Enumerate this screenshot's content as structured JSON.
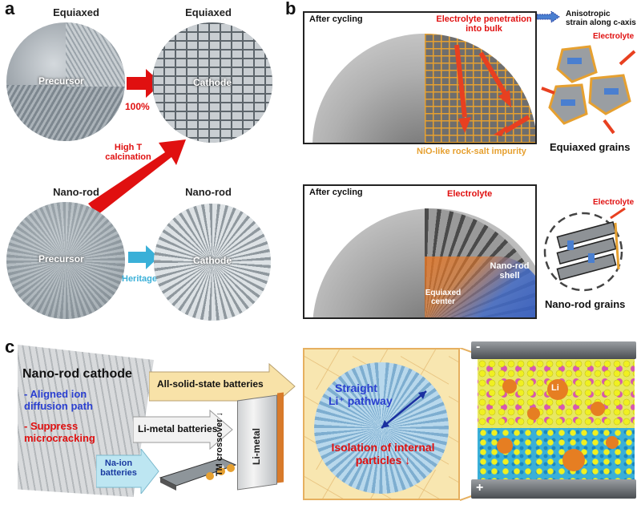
{
  "panel_a": {
    "letter": "a",
    "top_left_caption": "Equiaxed",
    "top_right_caption": "Equiaxed",
    "bottom_left_caption": "Nano-rod",
    "bottom_right_caption": "Nano-rod",
    "precursor_top": "Precursor",
    "cathode_top": "Cathode",
    "precursor_bottom": "Precursor",
    "cathode_bottom": "Cathode",
    "pct_label": "100%",
    "calcination_line1": "High T",
    "calcination_line2": "calcination",
    "heritage_label": "Heritage"
  },
  "panel_b": {
    "letter": "b",
    "top_box_title": "After cycling",
    "penetration_line1": "Electrolyte penetration",
    "penetration_line2": "into bulk",
    "impurity_label": "NiO-like rock-salt impurity",
    "legend_line1": "Anisotropic",
    "legend_line2": "strain along c-axis",
    "electrolyte_top": "Electrolyte",
    "equiaxed_grains": "Equiaxed grains",
    "bottom_box_title": "After cycling",
    "electrolyte_bottom": "Electrolyte",
    "equiaxed_center_line1": "Equiaxed",
    "equiaxed_center_line2": "center",
    "shell_line1": "Nano-rod",
    "shell_line2": "shell",
    "electrolyte_right": "Electrolyte",
    "nanorod_grains": "Nano-rod grains"
  },
  "panel_c": {
    "letter": "c",
    "title": "Nano-rod cathode",
    "bullet1_line1": "- Aligned ion",
    "bullet1_line2": "diffusion path",
    "bullet2_line1": "- Suppress",
    "bullet2_line2": "microcracking",
    "arrow_ssb": "All-solid-state batteries",
    "arrow_limetal": "Li-metal batteries",
    "arrow_na_line1": "Na-ion",
    "arrow_na_line2": "batteries",
    "tm_crossover": "TM crossover ↓",
    "li_metal": "Li-metal",
    "straight_line1": "Straight",
    "straight_line2": "Li⁺ pathway",
    "isolation_line1": "Isolation of internal",
    "isolation_line2": "particles ↓",
    "minus": "-",
    "plus": "+",
    "li": "Li",
    "na": "Na"
  },
  "colors": {
    "red": "#e01010",
    "blue": "#2a3fd0",
    "orange": "#e6a030",
    "teal": "#3ab0d8"
  }
}
